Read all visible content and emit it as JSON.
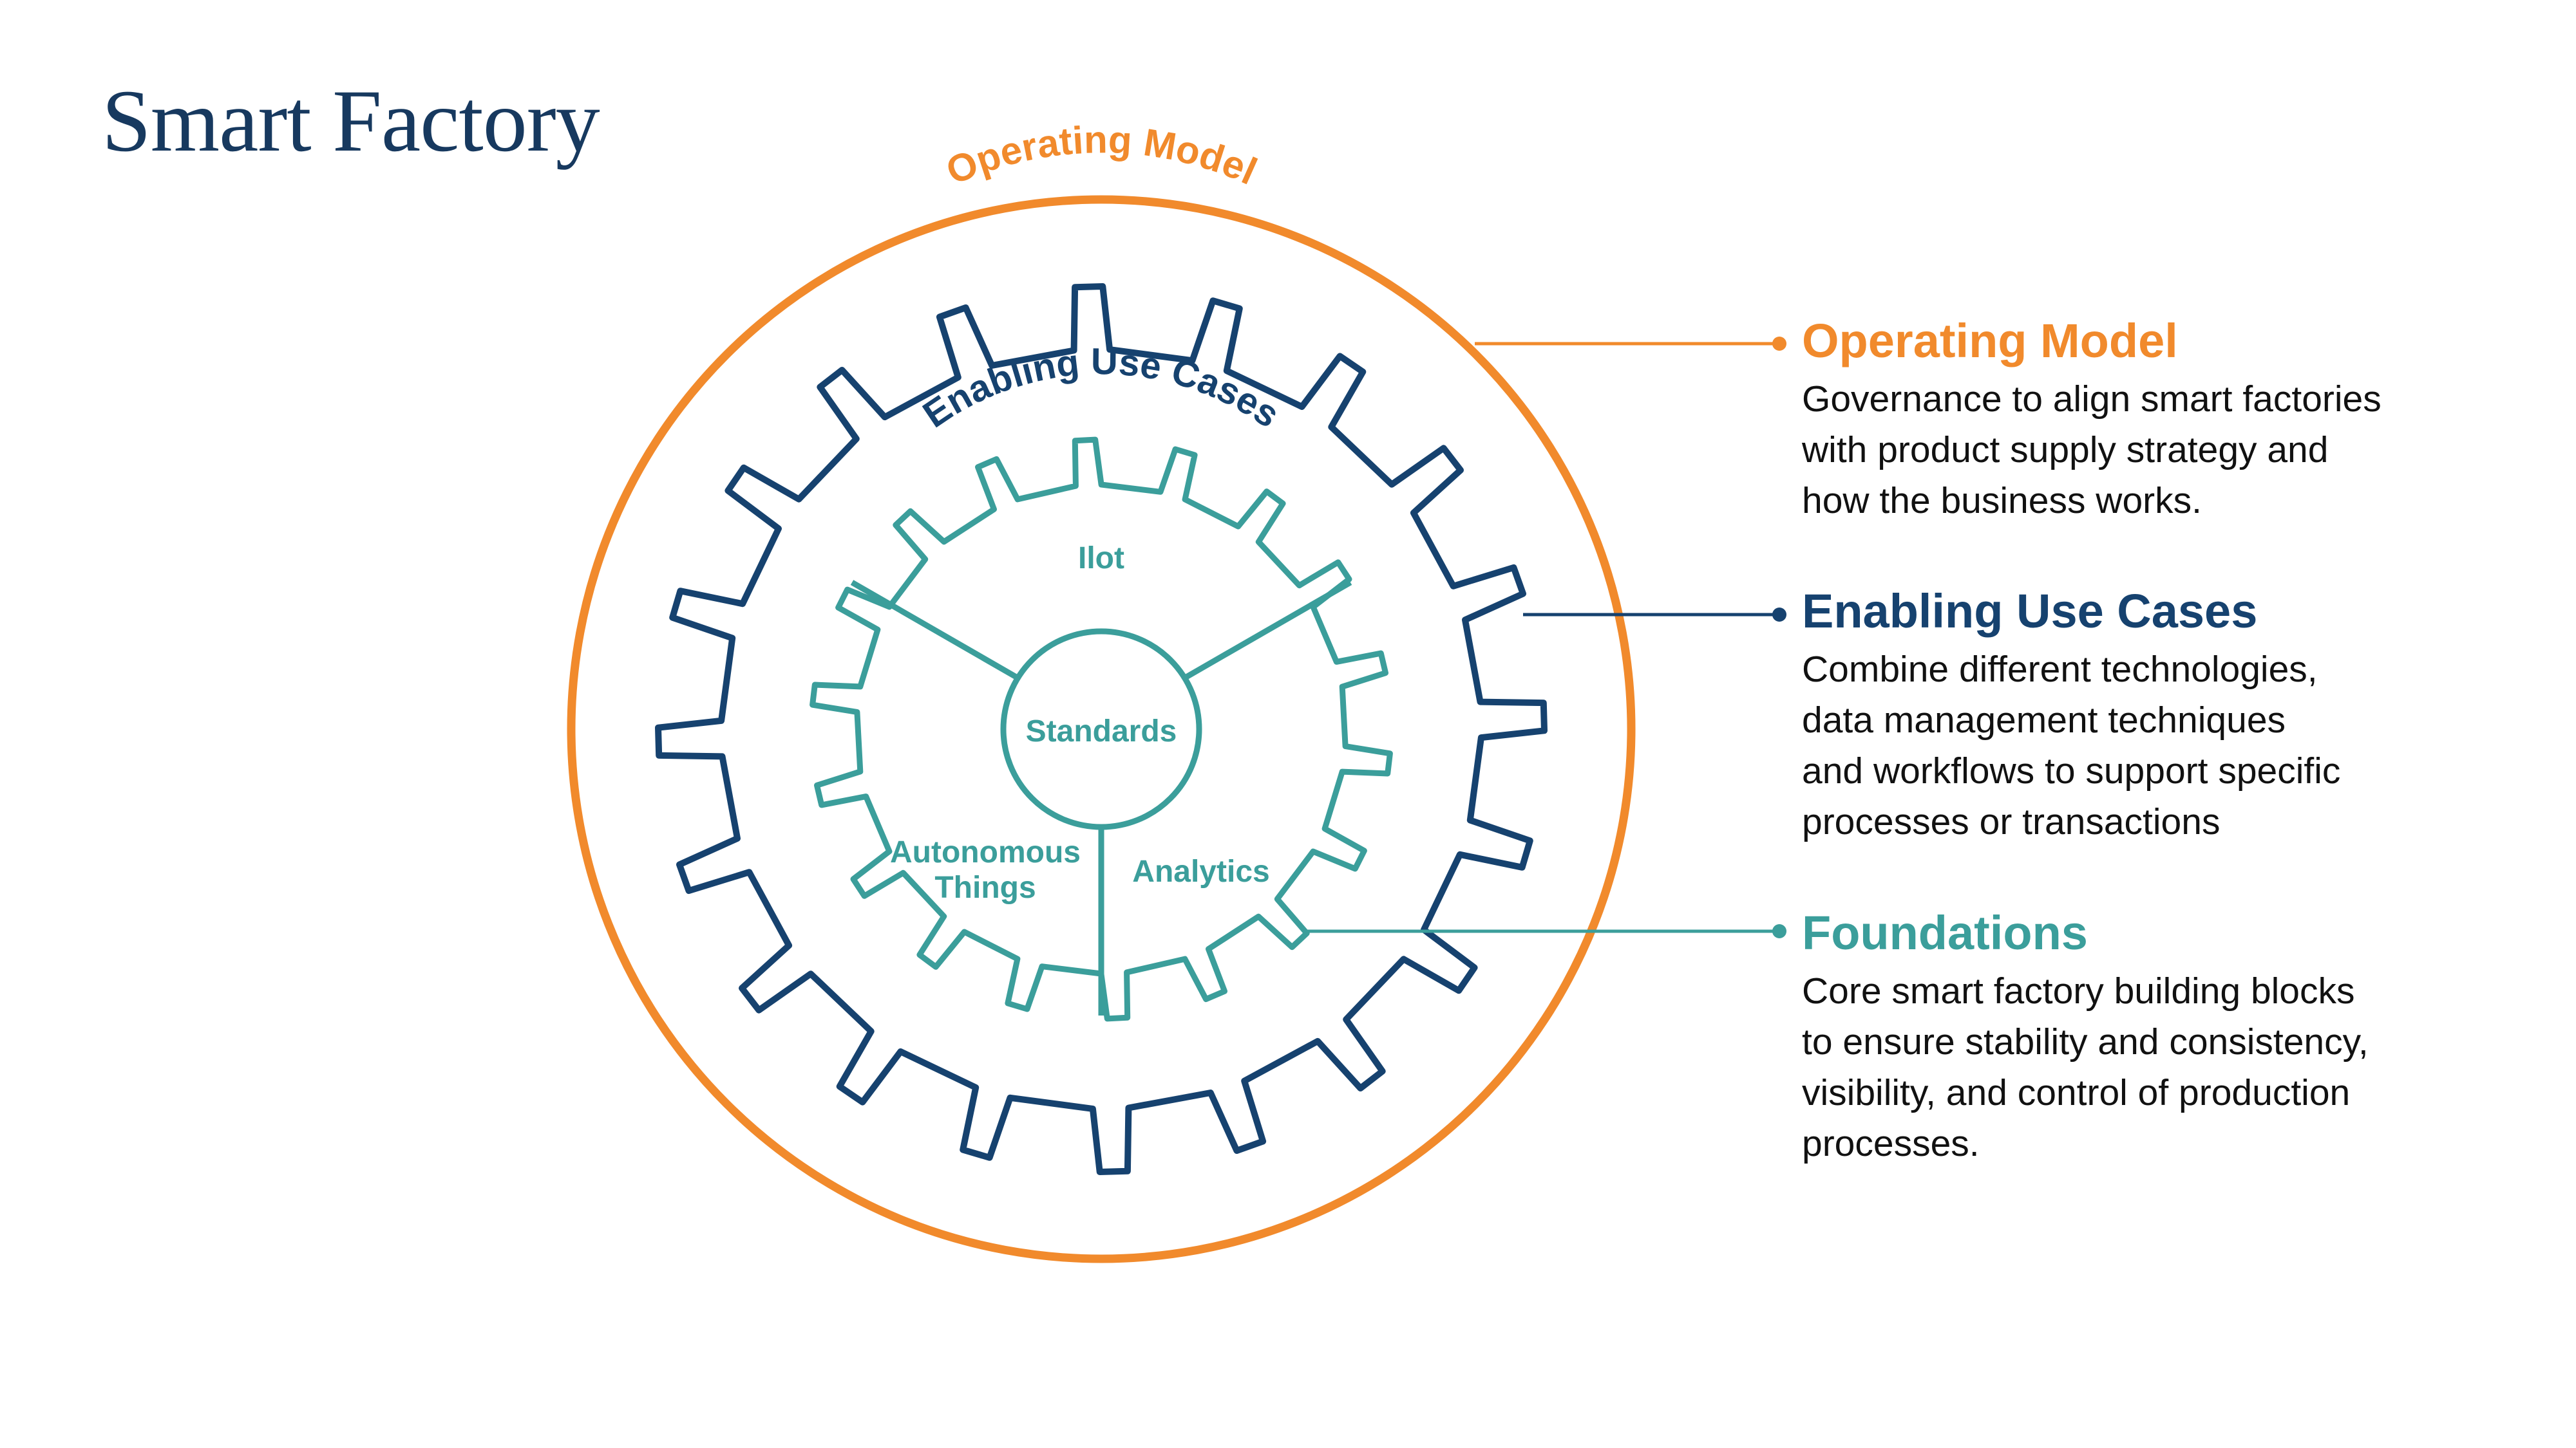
{
  "title": "Smart Factory",
  "colors": {
    "operating_model": "#f18a2c",
    "enabling_use_cases": "#16426f",
    "foundations": "#3b9e9b",
    "title": "#17395f",
    "body_text": "#111111"
  },
  "diagram": {
    "outer_ring_label": "Operating Model",
    "outer_gear_label": "Enabling Use Cases",
    "inner_gear": {
      "center": "Standards",
      "sectors": [
        {
          "lines": [
            "Ilot"
          ]
        },
        {
          "lines": [
            "Analytics"
          ]
        },
        {
          "lines": [
            "Autonomous",
            "Things"
          ]
        }
      ]
    }
  },
  "legend": [
    {
      "key": "operating_model",
      "title": "Operating Model",
      "lines": [
        "Governance to align smart factories",
        "with product supply strategy and",
        "how the business works."
      ]
    },
    {
      "key": "enabling_use_cases",
      "title": "Enabling Use Cases",
      "lines": [
        "Combine different technologies,",
        "data management techniques",
        "and workflows to support specific",
        "processes or transactions"
      ]
    },
    {
      "key": "foundations",
      "title": "Foundations",
      "lines": [
        "Core smart factory building blocks",
        "to ensure stability and consistency,",
        "visibility, and control of production",
        "processes."
      ]
    }
  ]
}
